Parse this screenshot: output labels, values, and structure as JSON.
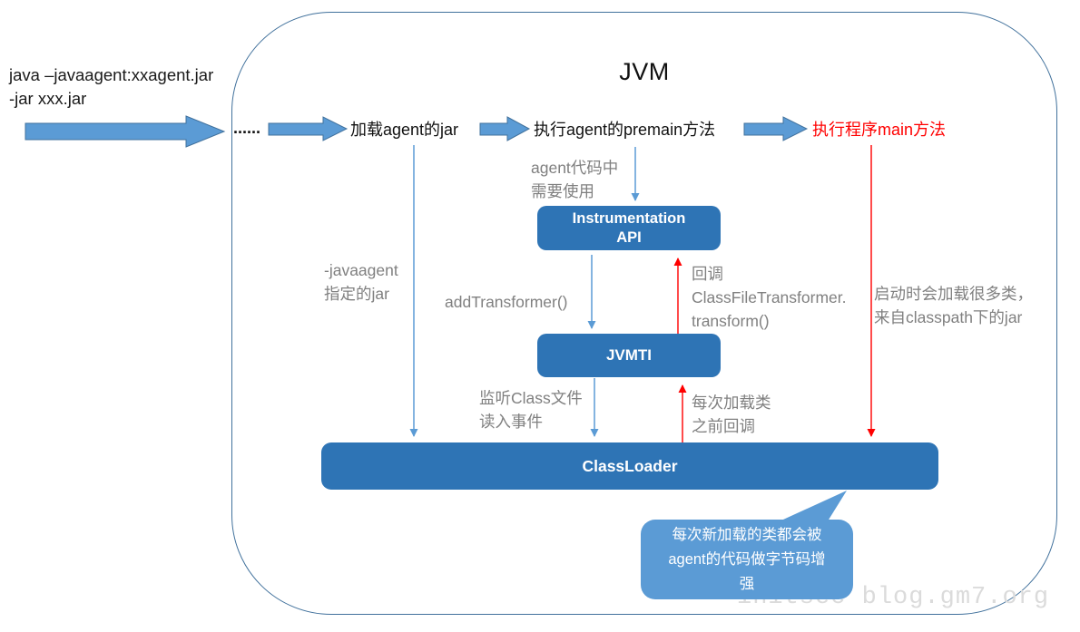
{
  "command": {
    "text": "java –javaagent:xxagent.jar\n -jar xxx.jar"
  },
  "jvm_title": "JVM",
  "flow": {
    "dots": "......",
    "step_load_agent": "加载agent的jar",
    "step_premain": "执行agent的premain方法",
    "step_main": "执行程序main方法"
  },
  "annotations": {
    "agent_code": "agent代码中\n需要使用",
    "javaagent_jar": "-javaagent\n指定的jar",
    "add_transformer": "addTransformer()",
    "callback_transformer": "回调\nClassFileTransformer.\ntransform()",
    "startup_load": "启动时会加载很多类，\n来自classpath下的jar",
    "listen_class": "监听Class文件\n读入事件",
    "each_load_callback": "每次加载类\n之前回调"
  },
  "boxes": {
    "instrumentation_api": "Instrumentation\nAPI",
    "jvmti": "JVMTI",
    "classloader": "ClassLoader"
  },
  "callout": {
    "text": "每次新加载的类都会被\nagent的代码做字节码增\n强"
  },
  "watermark": "initsec blog.gm7.org",
  "colors": {
    "arrow_blue": "#5B9BD5",
    "arrow_border": "#41719C",
    "box_blue": "#2E74B5",
    "callout_blue": "#5B9BD5",
    "gray_text": "#808080",
    "red": "#FF0000",
    "jvm_border": "#41719C"
  }
}
